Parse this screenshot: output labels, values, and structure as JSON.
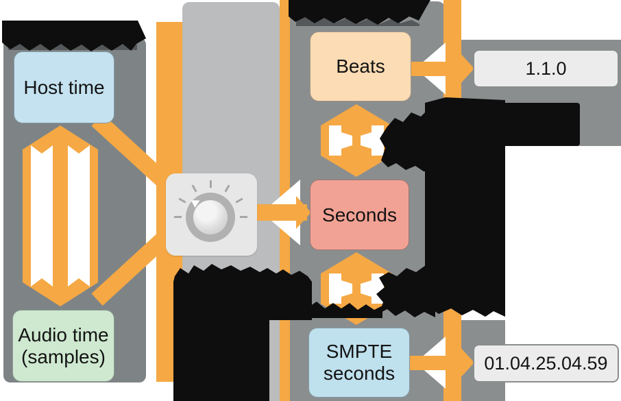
{
  "diagram": {
    "boxes": {
      "host": "Host time",
      "audio": "Audio time\n(samples)",
      "beats": "Beats",
      "seconds": "Seconds",
      "smpte": "SMPTE\nseconds"
    },
    "displays": {
      "beats_value": "1.1.0",
      "smpte_value": "01.04.25.04.59"
    },
    "colors": {
      "orange": "#f5a844",
      "panel_dark_gray": "#7e8486",
      "panel_media_gray": "#8b8e8f",
      "knob_backdrop_gray": "#babcbd",
      "host_blue": "#c4e2f0",
      "audio_green": "#cfe9d0",
      "beats_peach": "#fcdcb4",
      "seconds_salmon": "#f2a294",
      "smpte_blue": "#bfe0ed",
      "display_light": "#ececec",
      "redaction_black": "#0e0e0e",
      "knob_card": "#e7e7e7"
    }
  }
}
